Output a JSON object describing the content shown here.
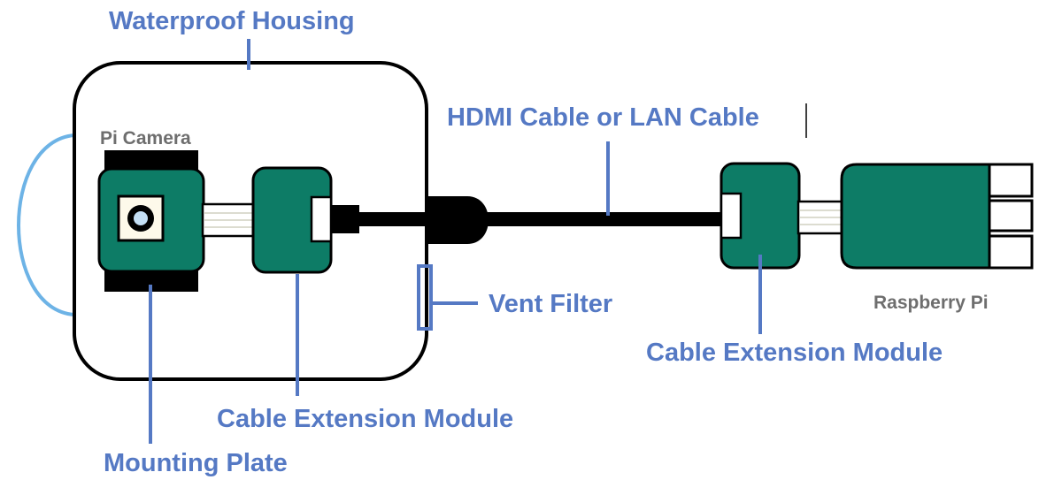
{
  "colors": {
    "label_blue": "#5579c4",
    "label_gray": "#6e6e6e",
    "board_green": "#0d7c66",
    "outline": "#000000",
    "strap_blue": "#6db3e6",
    "lens_blue": "#c4dff5",
    "sensor_cream": "#fdf9ea",
    "ribbon_line": "#dcdcd0"
  },
  "labels": {
    "waterproof_housing": "Waterproof Housing",
    "pi_camera": "Pi Camera",
    "hdmi_cable": "HDMI Cable or LAN Cable",
    "vent_filter": "Vent Filter",
    "cable_extension_module_left": "Cable Extension Module",
    "cable_extension_module_right": "Cable Extension Module",
    "mounting_plate": "Mounting Plate",
    "raspberry_pi": "Raspberry Pi"
  },
  "components": [
    {
      "id": "housing",
      "name": "Waterproof Housing"
    },
    {
      "id": "pi-camera",
      "name": "Pi Camera"
    },
    {
      "id": "mounting-plate",
      "name": "Mounting Plate"
    },
    {
      "id": "cable-ext-left",
      "name": "Cable Extension Module"
    },
    {
      "id": "vent-filter",
      "name": "Vent Filter"
    },
    {
      "id": "cable",
      "name": "HDMI Cable or LAN Cable"
    },
    {
      "id": "cable-ext-right",
      "name": "Cable Extension Module"
    },
    {
      "id": "raspberry-pi",
      "name": "Raspberry Pi"
    }
  ],
  "icons": {
    "camera_lens": "camera-lens-icon",
    "usb_ports": "usb-port-icon"
  }
}
